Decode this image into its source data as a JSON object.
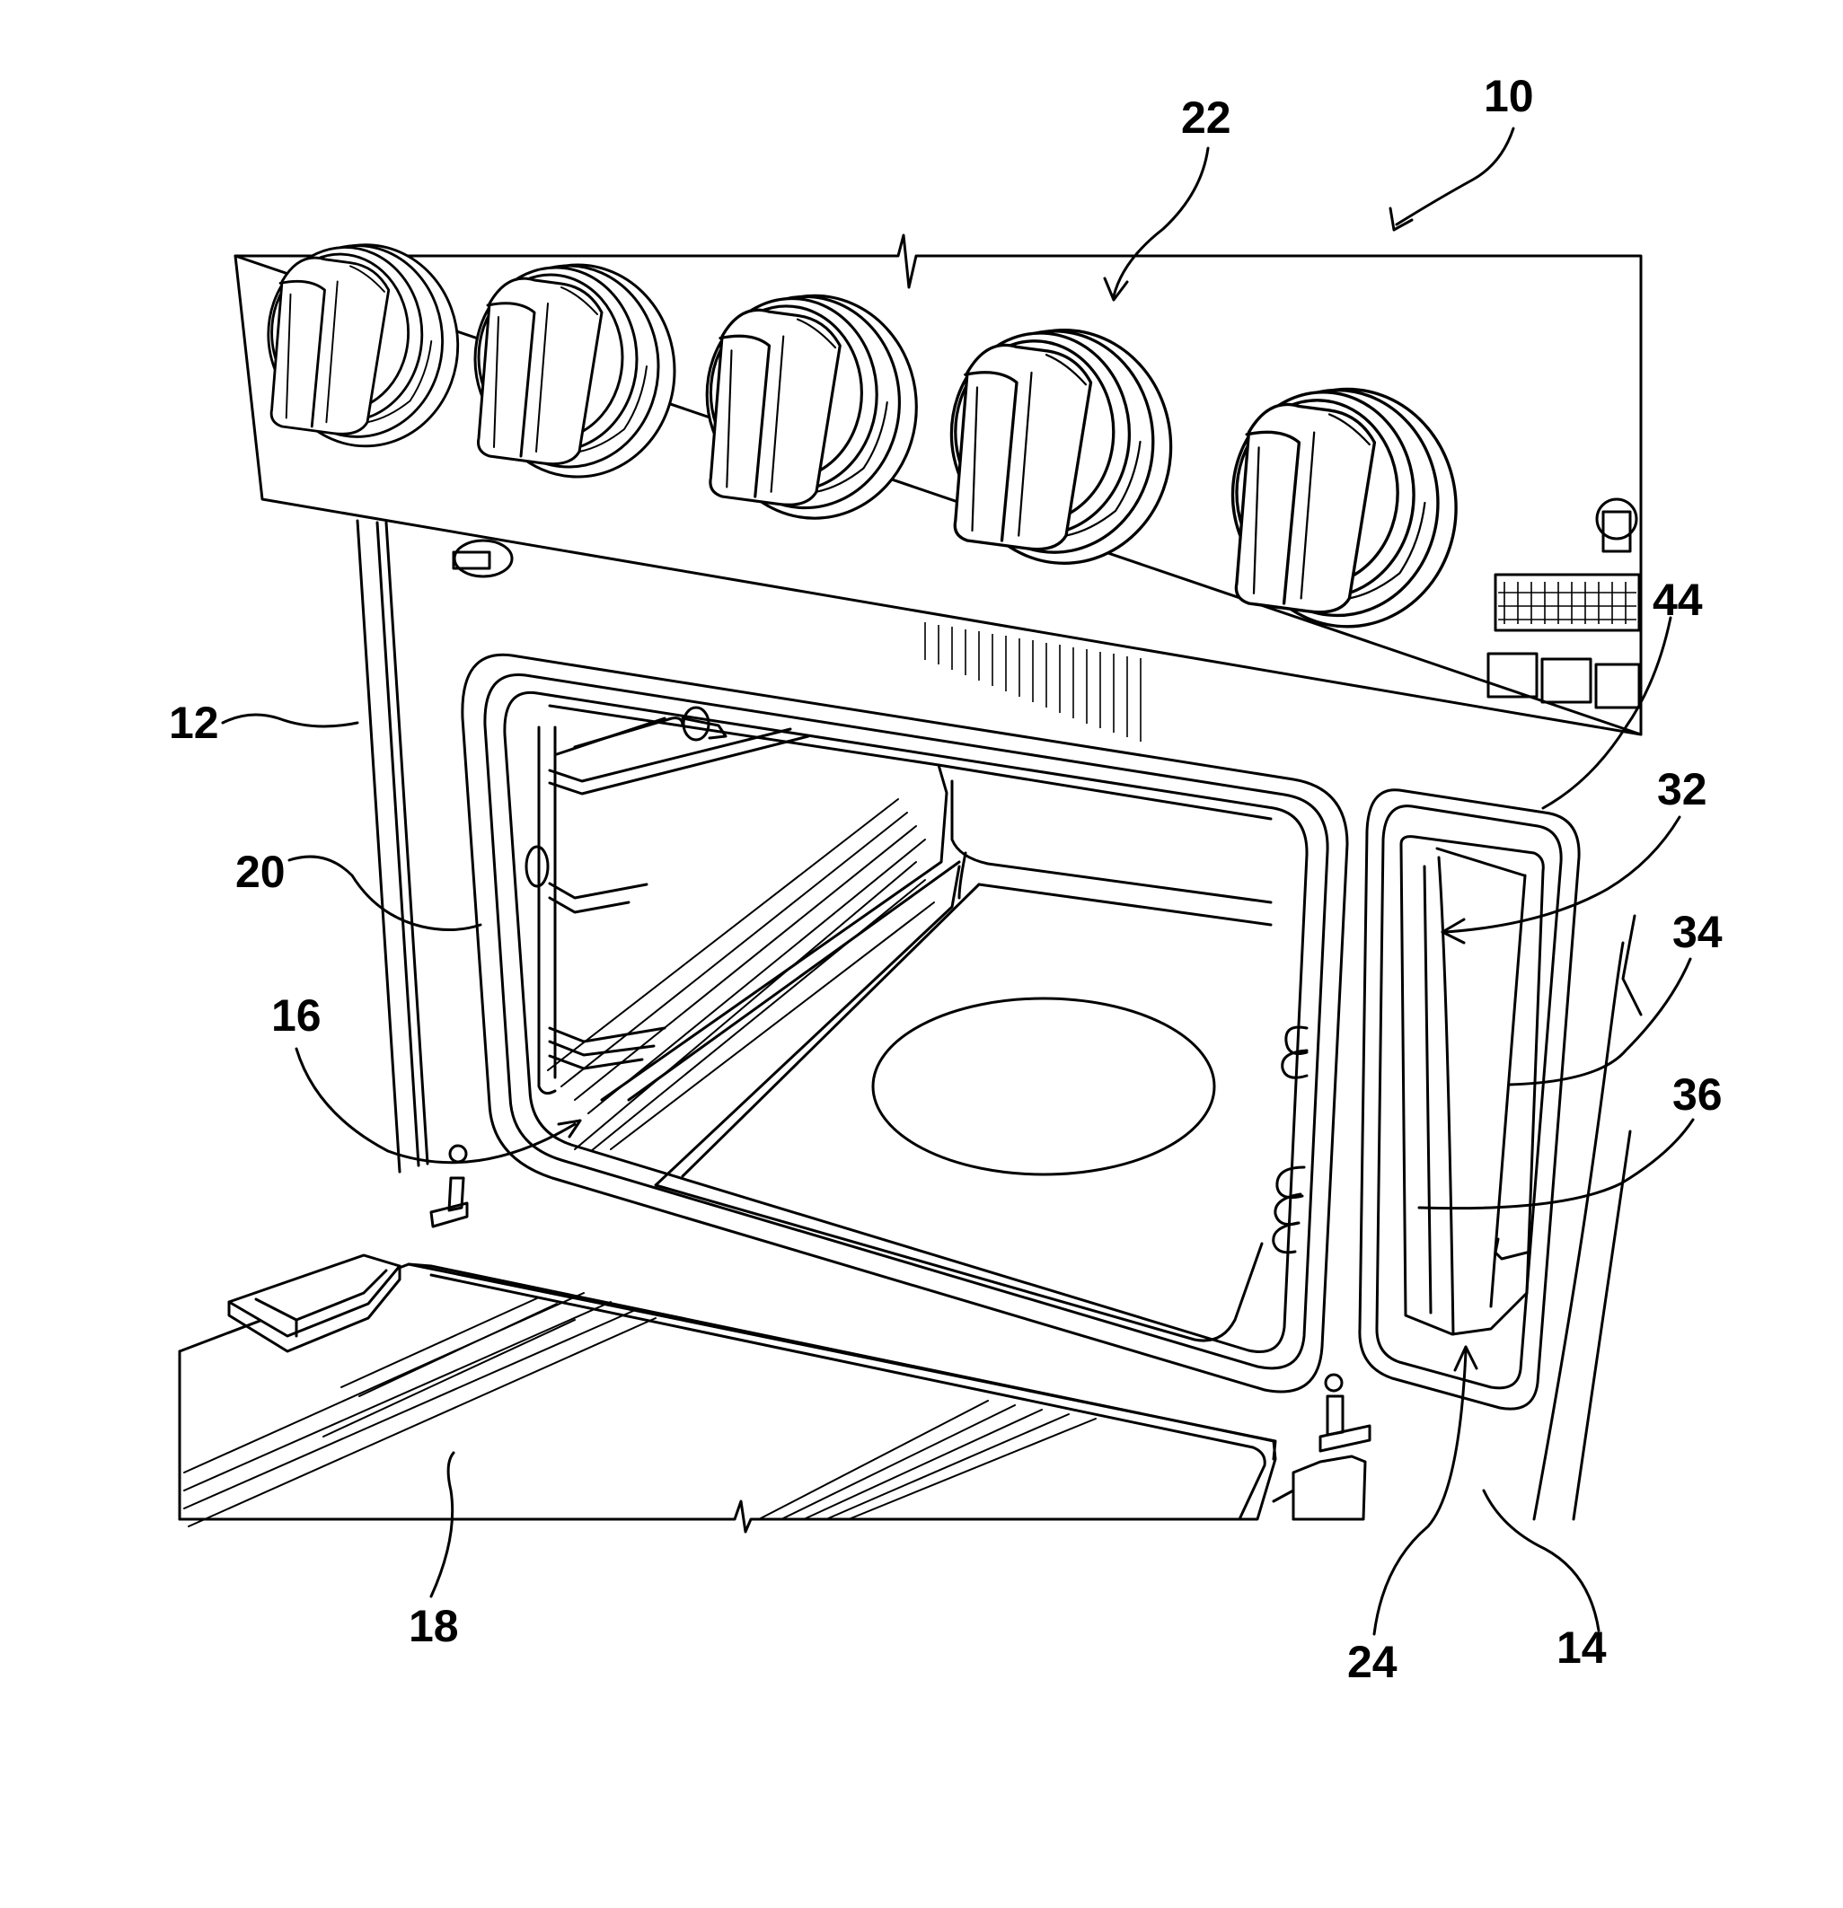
{
  "figure": {
    "reference_numerals": {
      "appliance": "10",
      "housing_side": "12",
      "front_face": "14",
      "cavity": "16",
      "door": "18",
      "seal_frame": "20",
      "control_knobs": "22",
      "pocket": "24",
      "pocket_recess": "32",
      "pocket_wall": "34",
      "pocket_floor": "36",
      "pocket_frame": "44"
    }
  }
}
